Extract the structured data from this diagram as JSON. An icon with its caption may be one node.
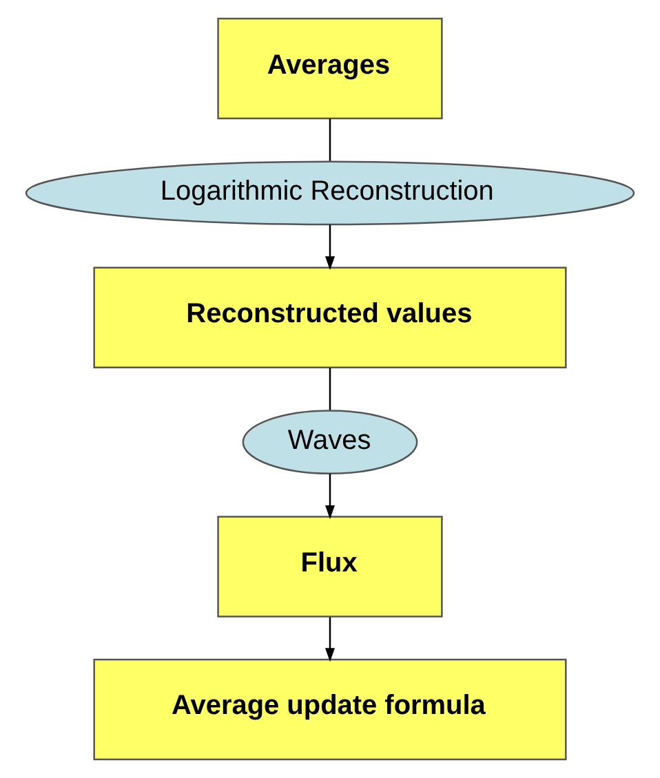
{
  "diagram": {
    "nodes": [
      {
        "text": [
          "Averages"
        ]
      },
      {
        "text": [
          "Logarithmic Reconstruction"
        ]
      },
      {
        "text": [
          "Reconstructed values"
        ]
      },
      {
        "text": [
          "Waves"
        ]
      },
      {
        "text": [
          "Flux"
        ]
      },
      {
        "text": [
          "Average update formula"
        ]
      }
    ],
    "edges": [
      {
        "from": 0,
        "to": 1,
        "arrow": "none"
      },
      {
        "from": 1,
        "to": 2,
        "arrow": "to"
      },
      {
        "from": 2,
        "to": 3,
        "arrow": "none"
      },
      {
        "from": 3,
        "to": 4,
        "arrow": "to"
      },
      {
        "from": 4,
        "to": 5,
        "arrow": "to"
      }
    ]
  }
}
